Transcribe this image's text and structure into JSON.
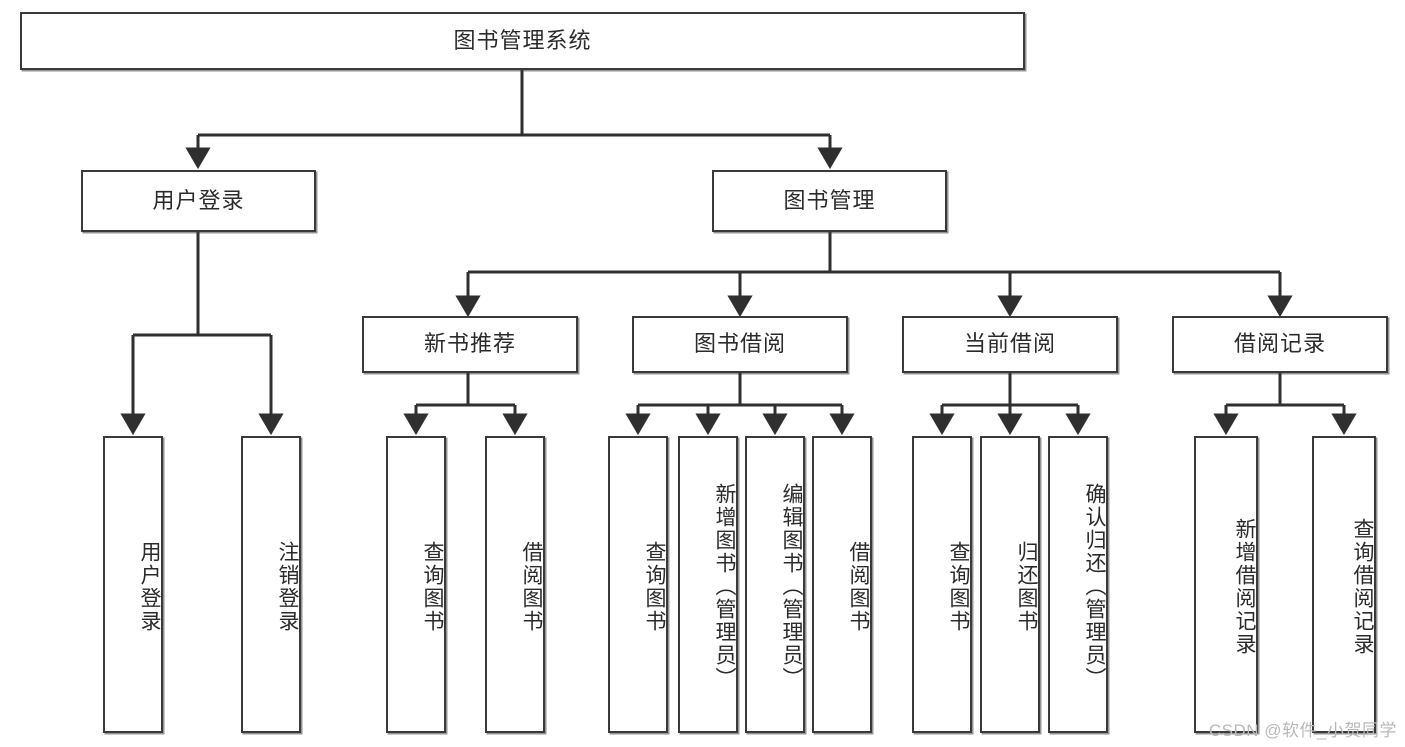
{
  "diagram": {
    "type": "hierarchy-tree",
    "title": "图书管理系统",
    "watermark": "CSDN @软件_小贺同学",
    "colors": {
      "box_border": "#3a3a3a",
      "box_fill": "#ffffff",
      "connector": "#2f2f2f",
      "text": "#2b2b2b",
      "watermark": "#b9b9b9"
    },
    "levels": {
      "root": {
        "label": "图书管理系统"
      },
      "level2": [
        {
          "label": "用户登录"
        },
        {
          "label": "图书管理"
        }
      ],
      "level3": [
        {
          "label": "新书推荐"
        },
        {
          "label": "图书借阅"
        },
        {
          "label": "当前借阅"
        },
        {
          "label": "借阅记录"
        }
      ],
      "leaves": {
        "user_login": [
          {
            "label": "用户登录"
          },
          {
            "label": "注销登录"
          }
        ],
        "new_book_recommend": [
          {
            "label": "查询图书"
          },
          {
            "label": "借阅图书"
          }
        ],
        "book_borrow": [
          {
            "label": "查询图书"
          },
          {
            "label": "新增图书（管理员）"
          },
          {
            "label": "编辑图书（管理员）"
          },
          {
            "label": "借阅图书"
          }
        ],
        "current_borrow": [
          {
            "label": "查询图书"
          },
          {
            "label": "归还图书"
          },
          {
            "label": "确认归还（管理员）"
          }
        ],
        "borrow_record": [
          {
            "label": "新增借阅记录"
          },
          {
            "label": "查询借阅记录"
          }
        ]
      }
    }
  }
}
